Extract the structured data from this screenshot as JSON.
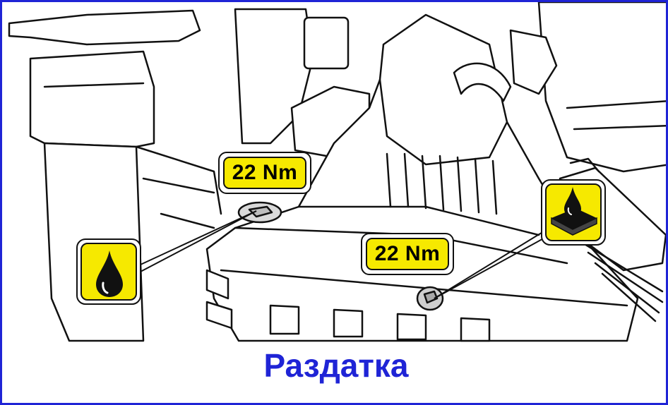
{
  "diagram": {
    "torque_labels": [
      {
        "text": "22 Nm"
      },
      {
        "text": "22 Nm"
      }
    ],
    "symbols": [
      {
        "icon": "oil-drop-icon"
      },
      {
        "icon": "sealant-drop-on-surface-icon"
      }
    ],
    "caption": "Раздатка"
  },
  "colors": {
    "label_fill": "#f6e900",
    "caption_text": "#1f24d6",
    "border": "#1f24d6",
    "line": "#111111"
  }
}
